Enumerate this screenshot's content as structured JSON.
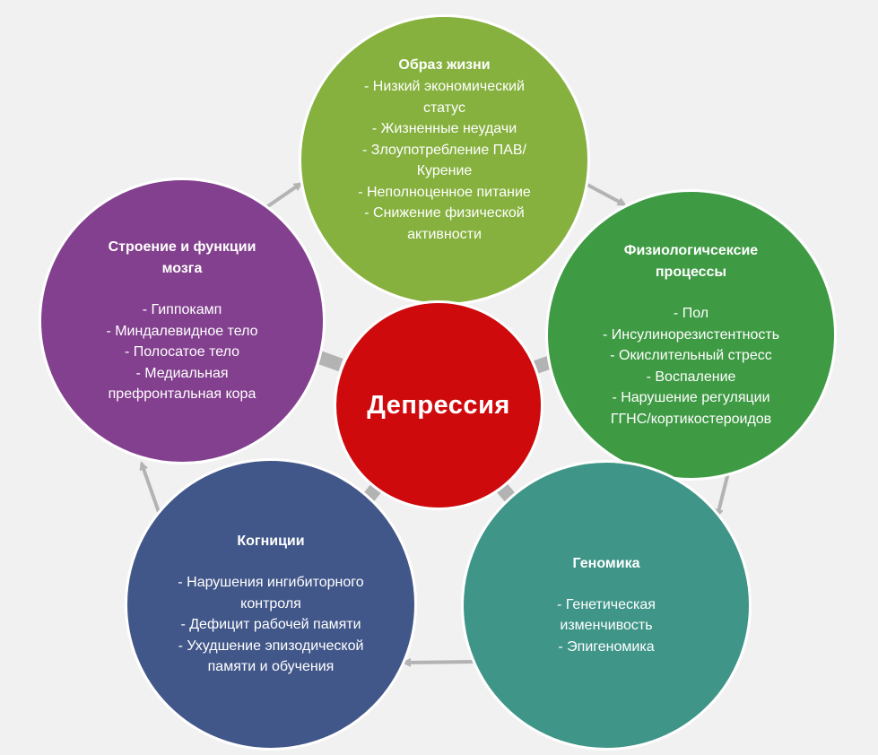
{
  "center": {
    "label": "Депрессия",
    "color": "#cf0a0d"
  },
  "lifestyle": {
    "title": "Образ жизни",
    "color": "#86b13e",
    "items": [
      "- Низкий экономический\nстатус",
      "- Жизненные неудачи",
      "- Злоупотребление ПАВ/\nКурение",
      "- Неполноценное питание",
      "- Снижение физической\nактивности"
    ]
  },
  "physiology": {
    "title": "Физиологичсексие\nпроцессы",
    "color": "#3f9a44",
    "items": [
      "- Пол",
      "- Инсулинорезистентность",
      "- Окислительный стресс",
      "- Воспаление",
      "- Нарушение регуляции\nГГНС/кортикостероидов"
    ]
  },
  "genomics": {
    "title": "Геномика",
    "color": "#3f9588",
    "items": [
      "- Генетическая\nизменчивость",
      "- Эпигеномика"
    ]
  },
  "cognition": {
    "title": "Когниции",
    "color": "#425789",
    "items": [
      "- Нарушения ингибиторного\nконтроля",
      "- Дефицит рабочей памяти",
      "- Ухудшение эпизодической\nпамяти и обучения"
    ]
  },
  "brain": {
    "title": "Строение и функции\nмозга",
    "color": "#83408e",
    "items": [
      "- Гиппокамп",
      "- Миндалевидное тело",
      "- Полосатое тело",
      "- Медиальная\nпрефронтальная кора"
    ]
  },
  "connector_color": "#b3b3b3"
}
